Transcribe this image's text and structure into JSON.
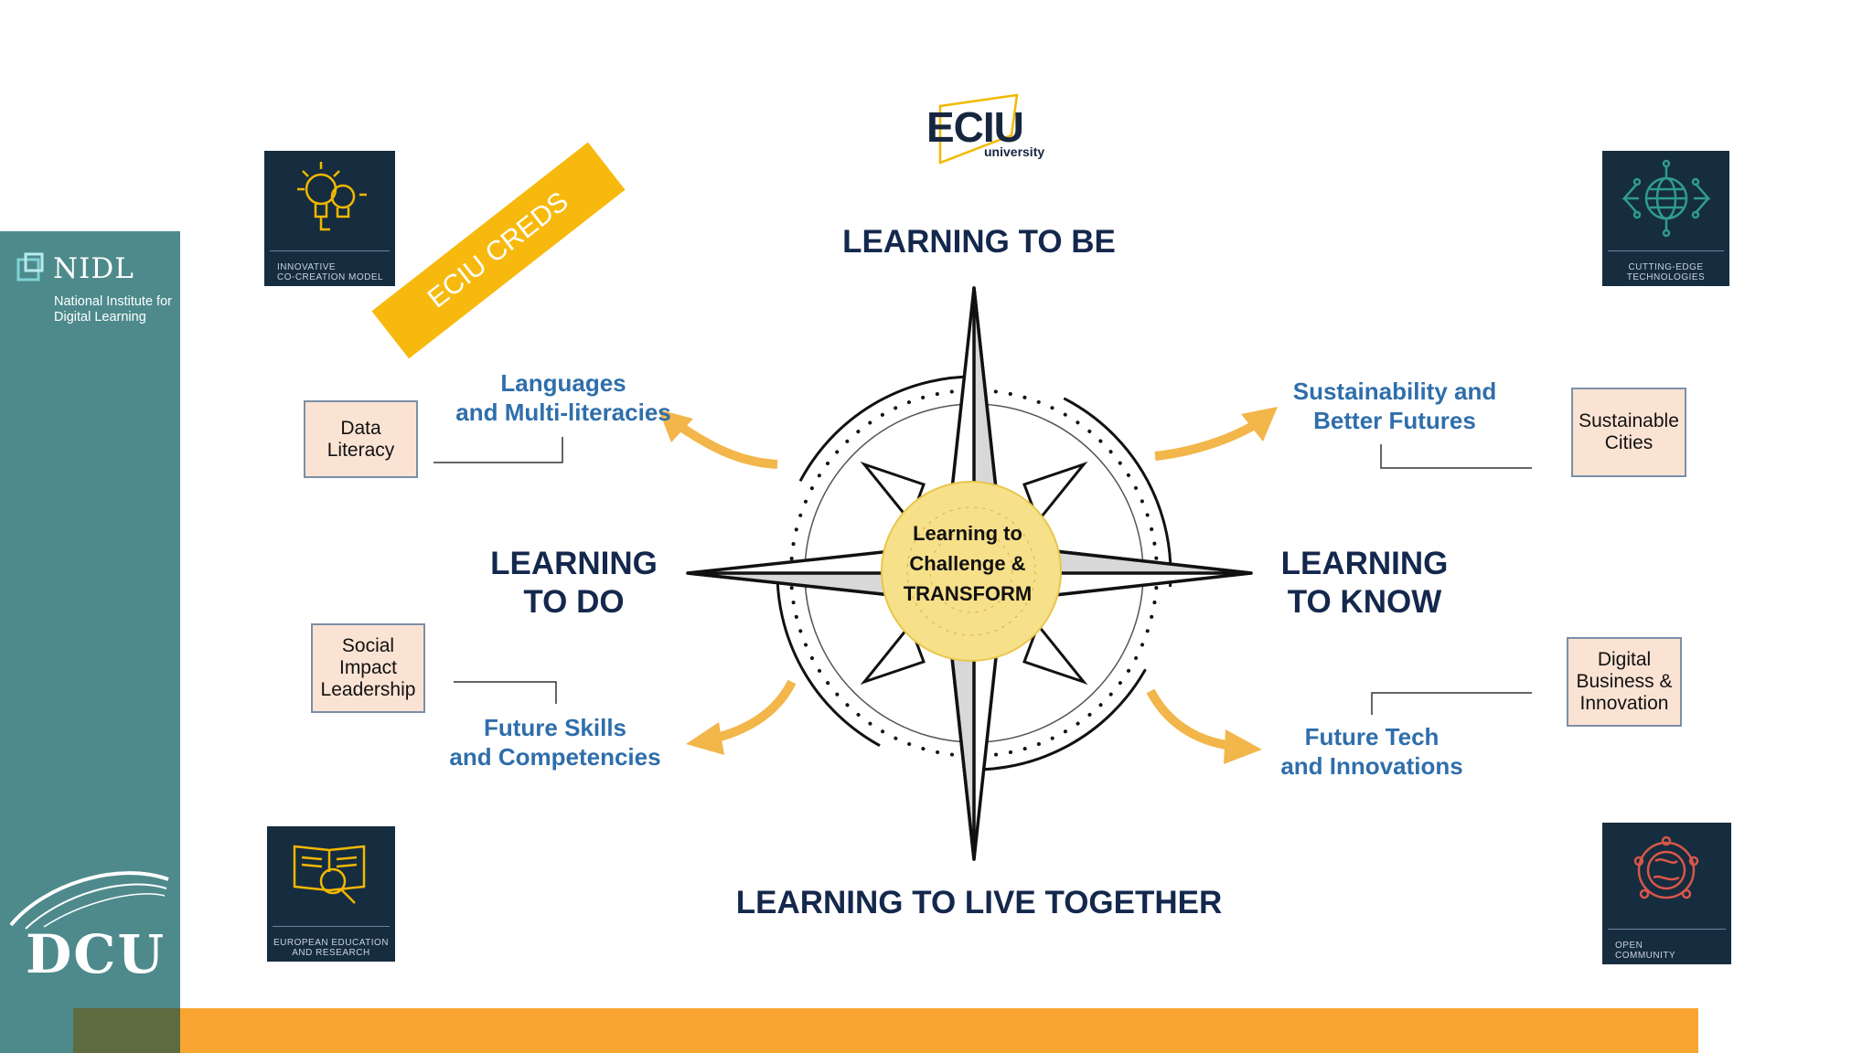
{
  "sidebar": {
    "nidl_title": "NIDL",
    "nidl_subtitle": "National Institute for Digital Learning",
    "university_logo": "DCU"
  },
  "header": {
    "logo_text": "ECIU",
    "logo_sub": "university"
  },
  "banner": "ECIU CREDS",
  "compass": {
    "north": "LEARNING TO BE",
    "south": "LEARNING TO LIVE TOGETHER",
    "west_line1": "LEARNING",
    "west_line2": "TO DO",
    "east_line1": "LEARNING",
    "east_line2": "TO KNOW",
    "center_line1": "Learning to",
    "center_line2": "Challenge &",
    "center_line3": "TRANSFORM"
  },
  "themes": {
    "nw_line1": "Languages",
    "nw_line2": "and Multi-literacies",
    "ne_line1": "Sustainability and",
    "ne_line2": "Better Futures",
    "sw_line1": "Future Skills",
    "sw_line2": "and Competencies",
    "se_line1": "Future Tech",
    "se_line2": "and Innovations"
  },
  "boxes": {
    "data_literacy": "Data Literacy",
    "social_impact": "Social Impact Leadership",
    "sustainable_cities": "Sustainable Cities",
    "digital_business": "Digital Business & Innovation"
  },
  "tiles": {
    "tl_line1": "INNOVATIVE",
    "tl_line2": "CO-CREATION MODEL",
    "tr_line1": "CUTTING-EDGE",
    "tr_line2": "TECHNOLOGIES",
    "bl_line1": "EUROPEAN EDUCATION",
    "bl_line2": "AND RESEARCH",
    "br_line1": "OPEN",
    "br_line2": "COMMUNITY"
  },
  "colors": {
    "sidebar": "#4e8a8c",
    "navy": "#14284d",
    "blue_label": "#2f6eab",
    "gold": "#f7b90d",
    "orange_band": "#f8a532",
    "peach": "#fbe3d4",
    "tile": "#162c3f"
  },
  "icons": [
    "lightbulb-icon",
    "globe-network-icon",
    "book-magnifier-icon",
    "world-community-icon",
    "arrow-icon"
  ]
}
